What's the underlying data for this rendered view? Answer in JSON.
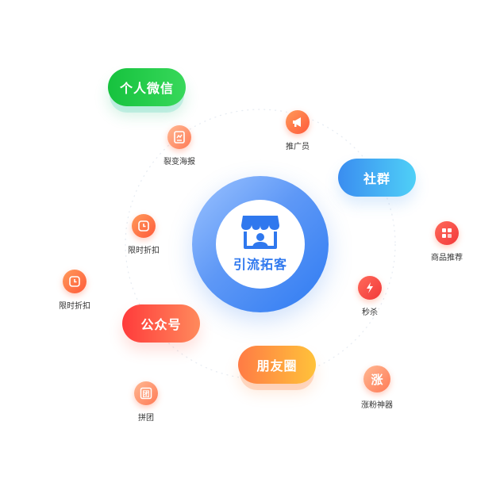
{
  "center": {
    "label": "引流拓客"
  },
  "channels": {
    "wechat": "个人微信",
    "community": "社群",
    "official": "公众号",
    "moments": "朋友圈"
  },
  "tools": {
    "poster": "裂变海报",
    "promoter": "推广员",
    "product_recommend": "商品推荐",
    "flash_sale_inner": "限时折扣",
    "flash_sale_outer": "限时折扣",
    "seckill": "秒杀",
    "group_buy": "拼团",
    "fan_growth": "涨粉神器"
  },
  "icons": {
    "center": "storefront-user-icon",
    "poster": "poster-icon",
    "promoter": "megaphone-icon",
    "product_recommend": "grid-icon",
    "flash_sale": "clock-icon",
    "seckill": "lightning-icon",
    "group_buy": "group-icon",
    "fan_growth": "zhang-glyph-icon",
    "fan_growth_glyph": "涨",
    "group_buy_glyph": "团"
  },
  "colors": {
    "hub_blue": "#2f78ee",
    "wechat_green": "#16c23e",
    "community_blue": "#3a8df0",
    "official_red": "#ff3b3b",
    "moments_orange": "#ff7b45",
    "node_orange": "#ff5a3a"
  }
}
